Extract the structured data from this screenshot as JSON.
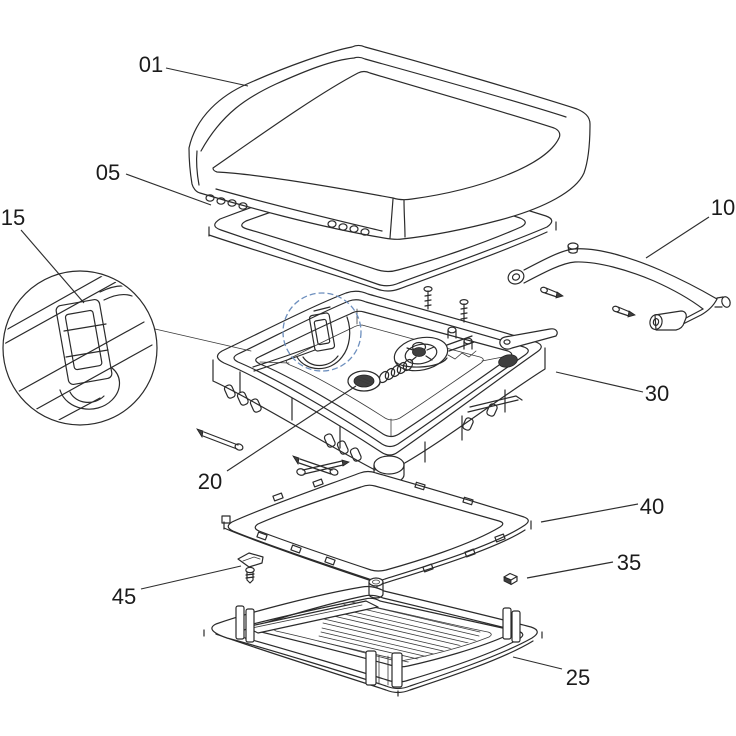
{
  "diagram": {
    "type": "exploded-view parts diagram",
    "subject": "roof vent assembly",
    "background_color": "#ffffff",
    "line_color": "#2b2b2b",
    "highlight_circle_color": "#6d8fbe",
    "callouts": [
      {
        "id": "01"
      },
      {
        "id": "05"
      },
      {
        "id": "15"
      },
      {
        "id": "10"
      },
      {
        "id": "30"
      },
      {
        "id": "20"
      },
      {
        "id": "40"
      },
      {
        "id": "45"
      },
      {
        "id": "35"
      },
      {
        "id": "25"
      }
    ]
  }
}
